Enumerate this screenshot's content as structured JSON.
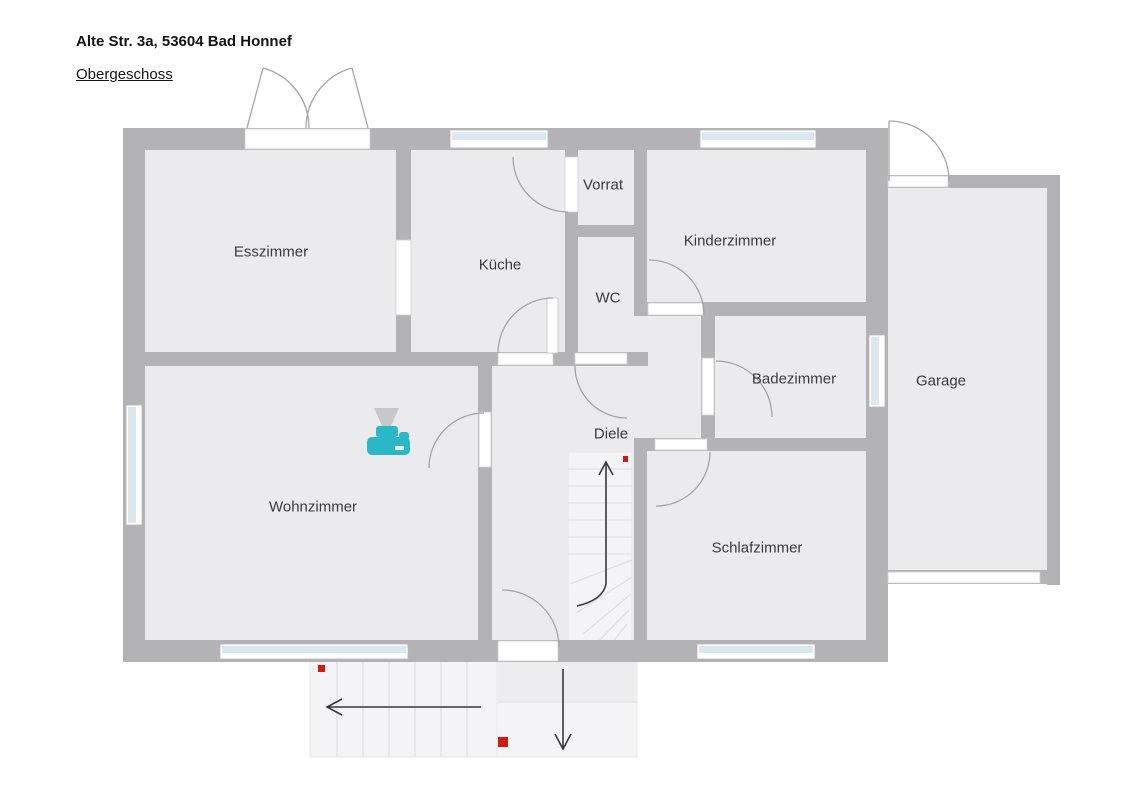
{
  "header": {
    "address": "Alte Str. 3a, 53604 Bad Honnef",
    "floor_label": "Obergeschoss"
  },
  "rooms": [
    {
      "label": "Esszimmer"
    },
    {
      "label": "Küche"
    },
    {
      "label": "Vorrat"
    },
    {
      "label": "WC"
    },
    {
      "label": "Kinderzimmer"
    },
    {
      "label": "Badezimmer"
    },
    {
      "label": "Garage"
    },
    {
      "label": "Wohnzimmer"
    },
    {
      "label": "Diele"
    },
    {
      "label": "Schlafzimmer"
    }
  ],
  "icons": {
    "camera_projector": "projector-icon",
    "interior_stairs_direction": "arrow-up",
    "exterior_stairs_direction": "arrow-left",
    "exit_direction": "arrow-down",
    "position_markers": "red-square"
  },
  "colors": {
    "wall": "#b3b3b6",
    "room_fill": "#ebebed",
    "window_glass": "#dbe8f0",
    "door_arc": "#a5a5a8",
    "arrow": "#3a3a3a",
    "marker_red": "#cf1b10",
    "camera_teal": "#2ab7c8",
    "camera_beam": "#c8c8ca",
    "label_text": "#3b3b3b"
  }
}
